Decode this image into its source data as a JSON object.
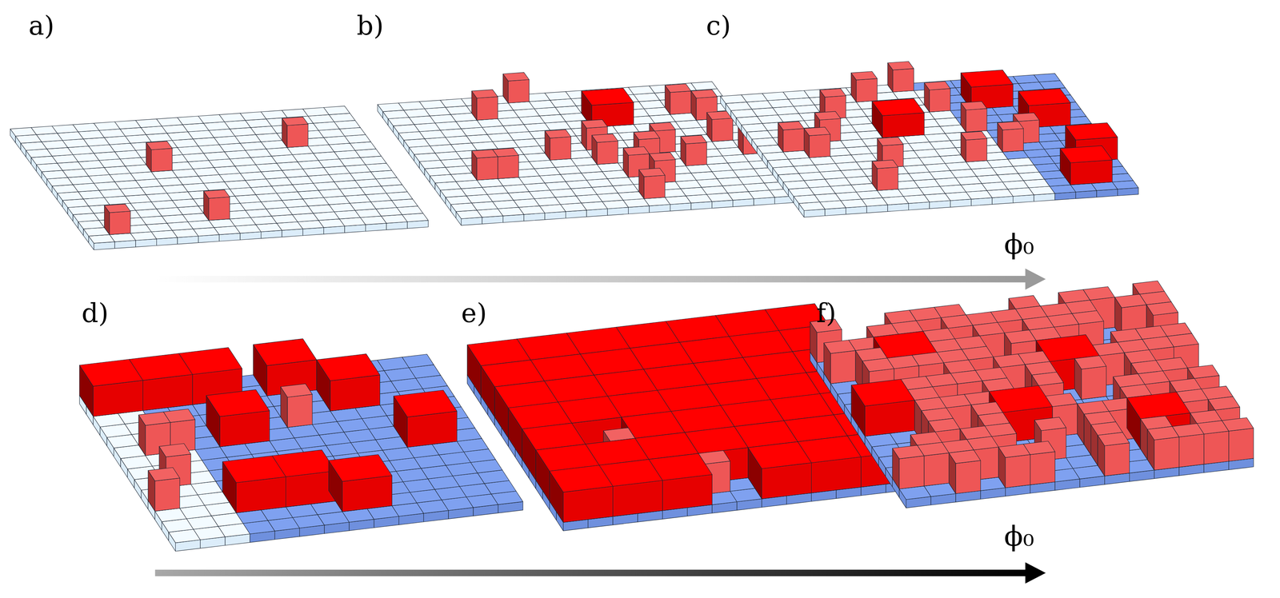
{
  "diagram": {
    "labels": [
      "a)",
      "b)",
      "c)",
      "d)",
      "e)",
      "f)",
      "ϕ₀",
      "ϕ₀"
    ]
  }
}
